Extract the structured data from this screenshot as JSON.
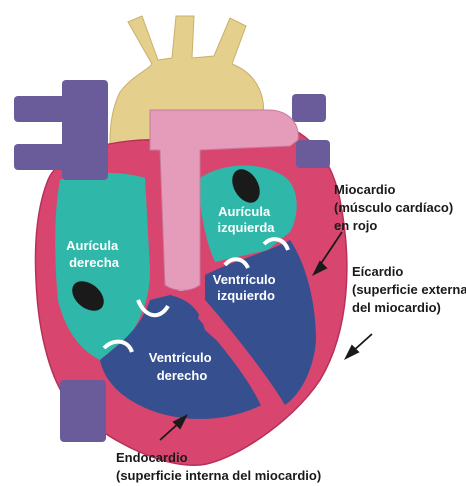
{
  "labels": {
    "auricula_derecha": [
      "Aurícula",
      "derecha"
    ],
    "auricula_izquierda": [
      "Aurícula",
      "izquierda"
    ],
    "ventriculo_izquierdo": [
      "Ventrículo",
      "izquierdo"
    ],
    "ventriculo_derecho": [
      "Ventrículo",
      "derecho"
    ],
    "miocardio": [
      "Miocardio",
      "(músculo cardíaco)",
      "en rojo"
    ],
    "epicardio": [
      "Eícardio",
      "(superficie externa",
      "del miocardio)"
    ],
    "endocardio": [
      "Endocardio",
      "(superficie interna del miocardio)"
    ]
  },
  "colors": {
    "myocardium": "#d8466f",
    "atrium": "#2fb7a9",
    "ventricle": "#36508f",
    "vena_cava": "#6a5b9a",
    "aorta": "#e4cf8d",
    "pulmonary_artery": "#e59cba",
    "valve": "#ffffff"
  }
}
